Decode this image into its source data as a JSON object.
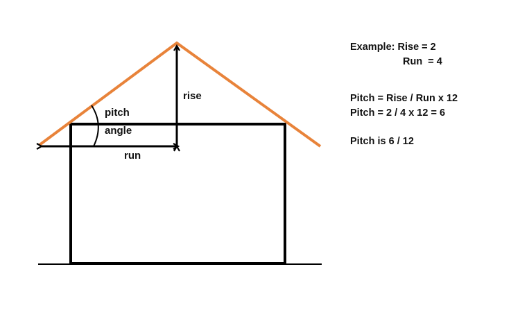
{
  "diagram": {
    "labels": {
      "rise": "rise",
      "pitch": "pitch",
      "angle": "angle",
      "run": "run"
    },
    "colors": {
      "roof": "#e8833a",
      "lines": "#000000"
    }
  },
  "notes": {
    "example_line1": "Example: Rise = 2",
    "example_line2": "Run  = 4",
    "formula": "Pitch = Rise / Run x 12",
    "calculation": "Pitch = 2 / 4 x 12 = 6",
    "result": "Pitch is 6 / 12"
  }
}
